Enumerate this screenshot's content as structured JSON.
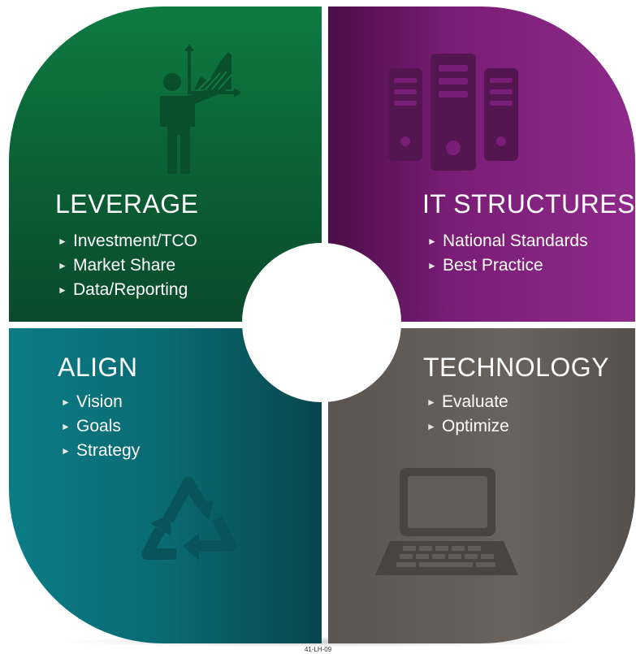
{
  "quadrants": {
    "leverage": {
      "title": "LEVERAGE",
      "items": [
        "Investment/TCO",
        "Market Share",
        "Data/Reporting"
      ],
      "color": "#0b6b3a",
      "icon": "presenter-chart-icon"
    },
    "it_structures": {
      "title": "IT STRUCTURES",
      "items": [
        "National Standards",
        "Best Practice"
      ],
      "color": "#7b1f78",
      "icon": "server-icon"
    },
    "align": {
      "title": "ALIGN",
      "items": [
        "Vision",
        "Goals",
        "Strategy"
      ],
      "color": "#0a6a72",
      "icon": "recycle-icon"
    },
    "technology": {
      "title": "TECHNOLOGY",
      "items": [
        "Evaluate",
        "Optimize"
      ],
      "color": "#635c58",
      "icon": "laptop-icon"
    }
  },
  "bullet_glyph": "►",
  "footer_code": "41-LH-09"
}
